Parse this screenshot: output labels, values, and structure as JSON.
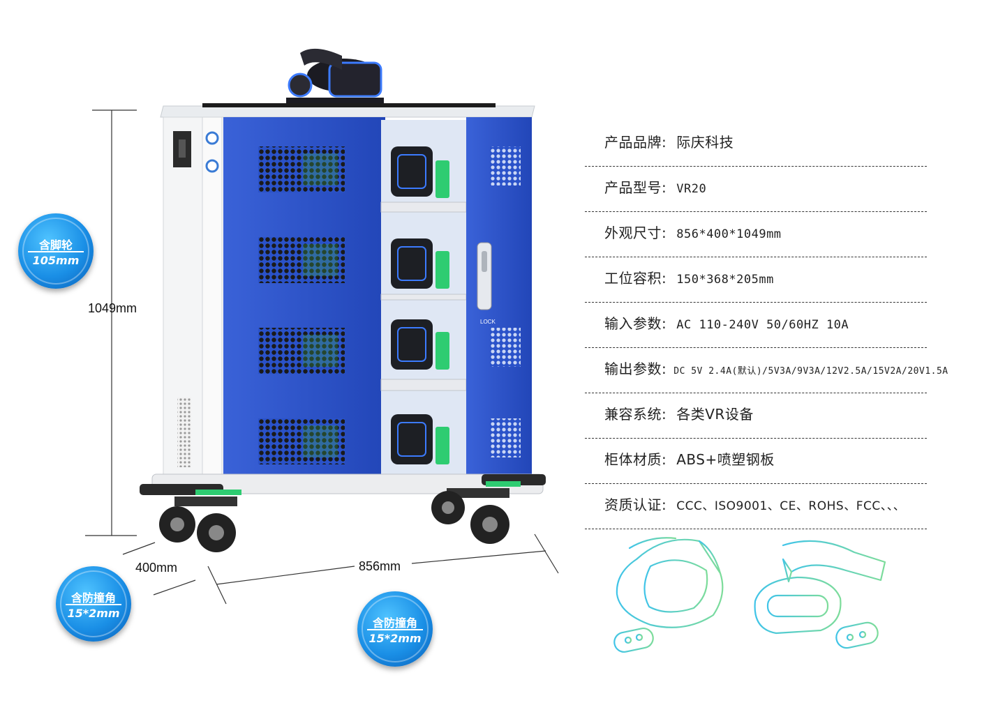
{
  "dimensions": {
    "height": "1049mm",
    "depth": "400mm",
    "width": "856mm"
  },
  "badges": {
    "caster": {
      "line1": "含脚轮",
      "line2": "105mm"
    },
    "corner_left": {
      "line1": "含防撞角",
      "line2": "15*2mm"
    },
    "corner_bottom": {
      "line1": "含防撞角",
      "line2": "15*2mm"
    }
  },
  "cabinet": {
    "lock_label": "LOCK"
  },
  "specs": [
    {
      "label": "产品品牌:",
      "value": "际庆科技"
    },
    {
      "label": "产品型号:",
      "value": "VR20"
    },
    {
      "label": "外观尺寸:",
      "value": "856*400*1049mm"
    },
    {
      "label": "工位容积:",
      "value": "150*368*205mm"
    },
    {
      "label": "输入参数:",
      "value": "AC 110-240V 50/60HZ 10A"
    },
    {
      "label": "输出参数:",
      "value": "DC 5V 2.4A(默认)/5V3A/9V3A/12V2.5A/15V2A/20V1.5A"
    },
    {
      "label": "兼容系统:",
      "value": "各类VR设备"
    },
    {
      "label": "柜体材质:",
      "value": "ABS+喷塑钢板"
    },
    {
      "label": "资质认证:",
      "value": "CCC、ISO9001、CE、ROHS、FCC、、、"
    }
  ],
  "colors": {
    "door_blue": "#2a52c9",
    "badge_blue": "#1a8fe6",
    "bracket_green": "#2ecc71",
    "outline_gradient": [
      "#40c4e8",
      "#7ddc9a"
    ]
  }
}
